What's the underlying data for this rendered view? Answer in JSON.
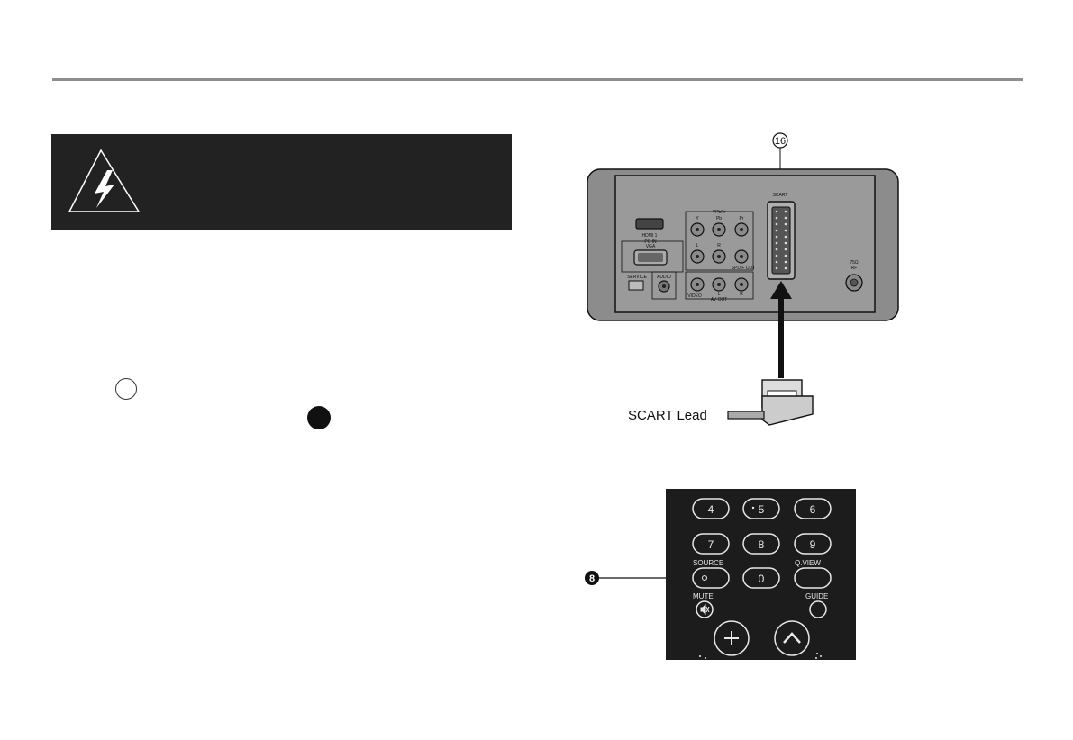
{
  "warning_box": {
    "icon": "high-voltage-icon"
  },
  "tv_panel": {
    "callout_number": "16",
    "scart_label": "SCART",
    "hdmi_label": "HDMI 1",
    "pc_in_label": "PC IN",
    "vga_label": "VGA",
    "service_label": "SERVICE",
    "audio_label": "AUDIO",
    "ypbpr_label": "YPbPr",
    "y_label": "Y",
    "pb_label": "Pb",
    "pr_label": "Pr",
    "l_label": "L",
    "r_label": "R",
    "spdif_label": "SPDIF OUT",
    "video_label": "VIDEO",
    "av_l_label": "L",
    "av_r_label": "R",
    "av_out_label": "AV OUT",
    "rf_ohm_label": "75Ω",
    "rf_label": "RF"
  },
  "scart_lead_label": "SCART Lead",
  "remote": {
    "callout_number": "8",
    "keys": [
      "4",
      "5",
      "6",
      "7",
      "8",
      "9",
      "0"
    ],
    "source_label": "SOURCE",
    "qview_label": "Q.VIEW",
    "mute_label": "MUTE",
    "guide_label": "GUIDE"
  }
}
